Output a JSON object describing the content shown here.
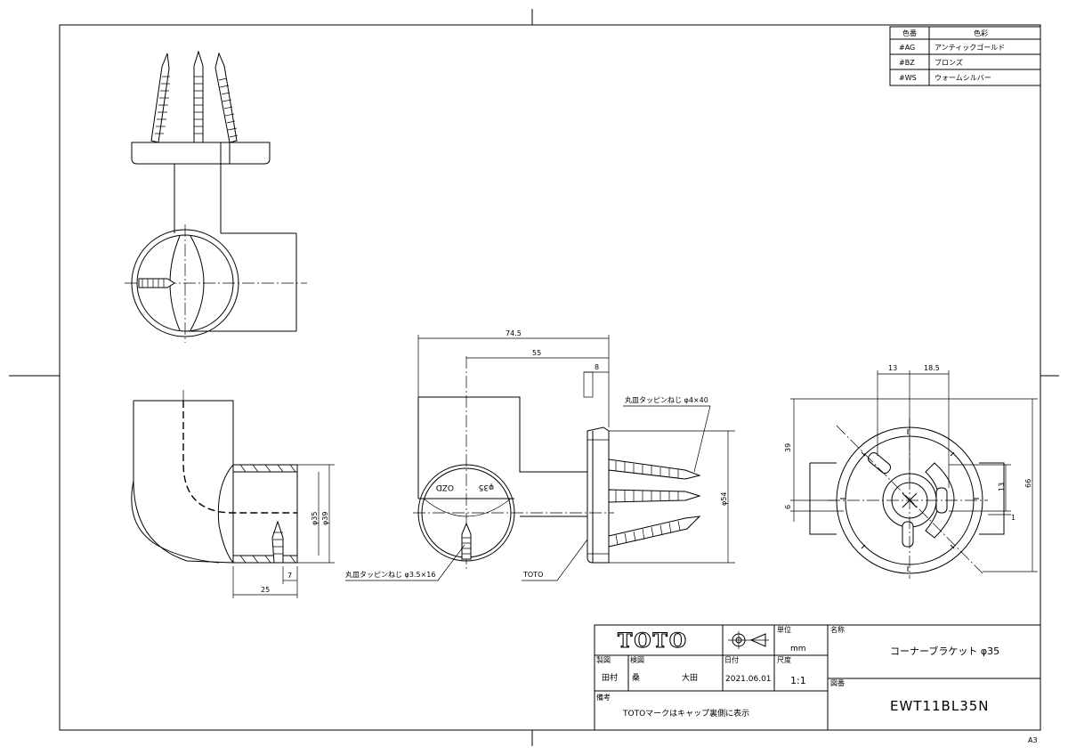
{
  "color_table": {
    "header_code": "色番",
    "header_name": "色彩",
    "rows": [
      {
        "code": "#AG",
        "name": "アンティックゴールド"
      },
      {
        "code": "#BZ",
        "name": "ブロンズ"
      },
      {
        "code": "#WS",
        "name": "ウォームシルバー"
      }
    ]
  },
  "dimensions": {
    "total_width": "74.5",
    "center_offset": "55",
    "plate_thickness": "8",
    "pipe_inner_dia": "φ35",
    "pipe_outer_dia": "φ39",
    "socket_depth": "25",
    "screw_offset": "7",
    "base_height": "φ54",
    "top_left": "13",
    "top_right": "18.5",
    "side_39": "39",
    "side_6": "6",
    "side_66": "66",
    "side_13": "13",
    "side_1": "1"
  },
  "callouts": {
    "screw_large": "丸皿タッピンねじ φ4×40",
    "screw_small": "丸皿タッピンねじ φ3.5×16",
    "brand_mark": "TOTO"
  },
  "pipe_engraving": {
    "dia": "φ35",
    "text": "OZD"
  },
  "title_block": {
    "logo": "TOTO",
    "unit_label": "単位",
    "unit_value": "mm",
    "name_label": "名称",
    "name_value": "コーナーブラケット φ35",
    "drafter_label": "製図",
    "drafter_value": "田村",
    "checker_label": "検図",
    "checker_value": "桑",
    "approver_value": "大田",
    "date_label": "日付",
    "date_value": "2021.06.01",
    "scale_label": "尺度",
    "scale_value": "1:1",
    "drawing_no_label": "図番",
    "drawing_no_value": "EWT11BL35N",
    "remarks_label": "備考",
    "remarks_value": "TOTOマークはキャップ裏側に表示"
  },
  "paper_size": "A3"
}
